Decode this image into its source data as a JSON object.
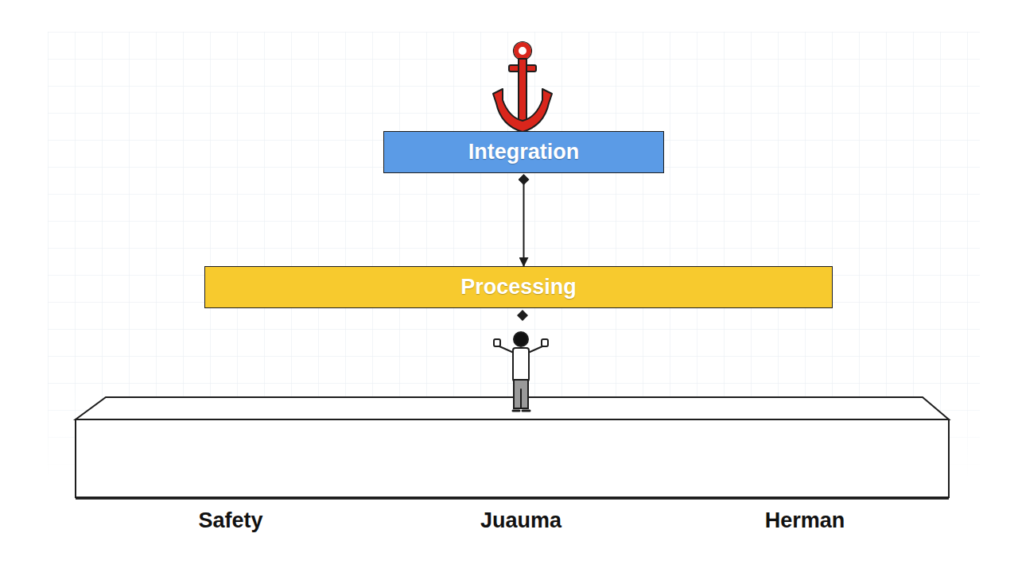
{
  "diagram": {
    "nodes": [
      {
        "text": [
          "Integration"
        ]
      },
      {
        "text": [
          "Processing"
        ]
      }
    ],
    "edges": [
      {
        "from": 0,
        "to": 1,
        "arrow": "to"
      }
    ],
    "labels": [
      "Safety",
      "Juauma",
      "Herman"
    ]
  }
}
